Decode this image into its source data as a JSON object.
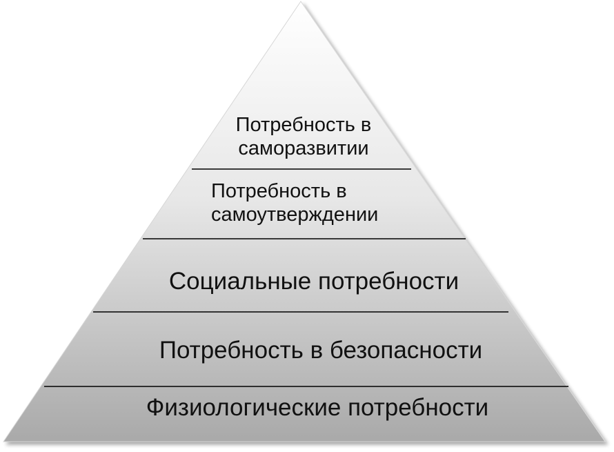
{
  "pyramid": {
    "levels": [
      {
        "line1": "Потребность  в",
        "line2": "саморазвитии"
      },
      {
        "line1": "Потребность  в",
        "line2": "самоутверждении"
      },
      {
        "text": "Социальные потребности"
      },
      {
        "text": "Потребность в безопасности"
      },
      {
        "text": "Физиологические потребности"
      }
    ]
  }
}
